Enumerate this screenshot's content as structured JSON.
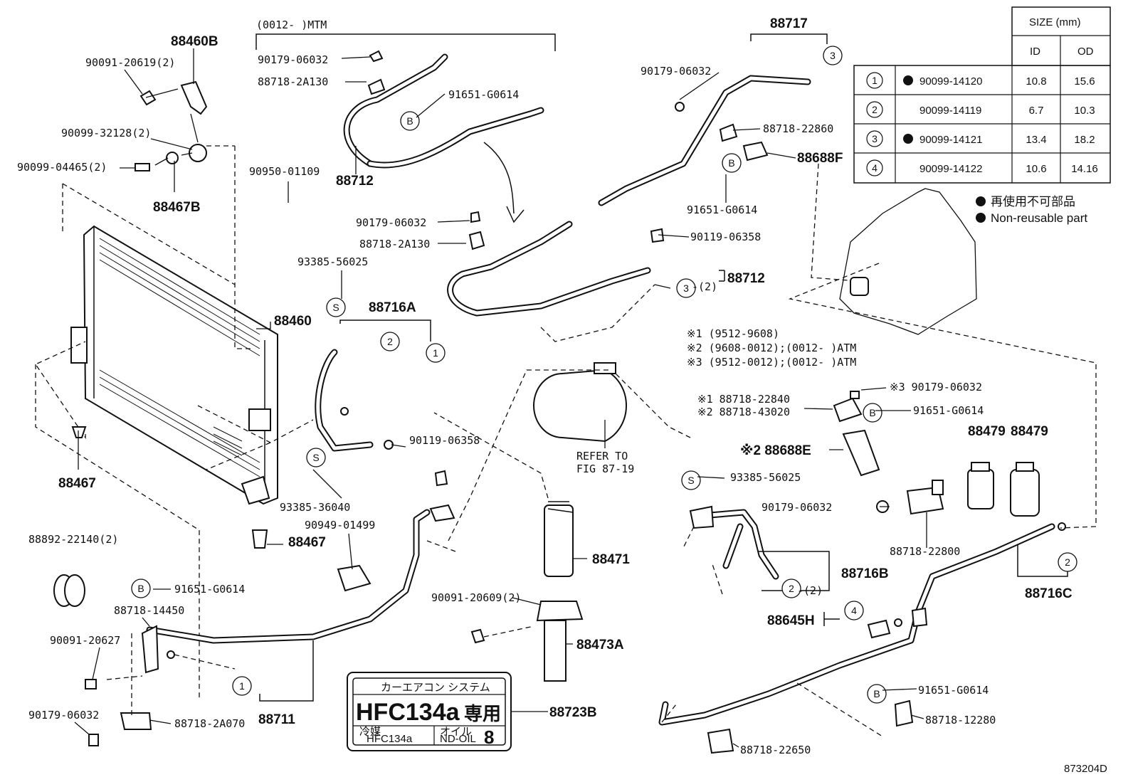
{
  "figure_id": "873204D",
  "group_header": "(0012-      )MTM",
  "callouts": {
    "c88460B": "88460B",
    "c90091_20619": "90091-20619(2)",
    "c90099_32128": "90099-32128(2)",
    "c90099_04465": "90099-04465(2)",
    "c88467B": "88467B",
    "c88460": "88460",
    "c88467a": "88467",
    "c88467b": "88467",
    "c90179_a": "90179-06032",
    "c88718_2A130_a": "88718-2A130",
    "c91651_a": "91651-G0614",
    "c88712_a": "88712",
    "c90950": "90950-01109",
    "c90179_b": "90179-06032",
    "c88718_2A130_b": "88718-2A130",
    "c93385_56025_a": "93385-56025",
    "c88716A": "88716A",
    "c90119_a": "90119-06358",
    "c93385_36040": "93385-36040",
    "c90949": "90949-01499",
    "c88892": "88892-22140(2)",
    "c91651_b": "91651-G0614",
    "c88718_14450": "88718-14450",
    "c90091_20627": "90091-20627",
    "c90179_c": "90179-06032",
    "c88718_2A070": "88718-2A070",
    "c88711": "88711",
    "c88723B": "88723B",
    "c90091_20609": "90091-20609(2)",
    "c88473A": "88473A",
    "c88471": "88471",
    "refer1": "REFER TO",
    "refer2": "FIG 87-19",
    "c88717": "88717",
    "c90179_d": "90179-06032",
    "c88718_22860": "88718-22860",
    "c88688F": "88688F",
    "c91651_c": "91651-G0614",
    "c90119_b": "90119-06358",
    "c88712_b": "88712",
    "c3_2": "-(2)",
    "note1": "※1 (9512-9608)",
    "note2": "※2 (9608-0012);(0012-      )ATM",
    "note3": "※3 (9512-0012);(0012-      )ATM",
    "c90179_e": "※3 90179-06032",
    "c88718_22840": "※1 88718-22840",
    "c88718_43020": "※2 88718-43020",
    "c91651_d": "91651-G0614",
    "c88688E": "※2 88688E",
    "c88479a": "88479",
    "c88479b": "88479",
    "c93385_56025_b": "93385-56025",
    "c90179_f": "90179-06032",
    "c88718_22800": "88718-22800",
    "c88716B": "88716B",
    "c2_2": "-(2)",
    "c88645H": "88645H",
    "c88716C": "88716C",
    "c91651_e": "91651-G0614",
    "c88718_12280": "88718-12280",
    "c88718_22650": "88718-22650"
  },
  "label_plate": {
    "top": "カーエアコン システム",
    "main": "HFC134a",
    "kanji": "専用",
    "left_small": "冷媒",
    "left_small2": "HFC134a",
    "right_small": "オイル",
    "right_small2": "ND-OIL",
    "number": "8"
  },
  "size_table": {
    "header": "SIZE (mm)",
    "col_id": "ID",
    "col_od": "OD",
    "rows": [
      {
        "num": "1",
        "part": "90099-14120",
        "nonreusable": true,
        "id": "10.8",
        "od": "15.6"
      },
      {
        "num": "2",
        "part": "90099-14119",
        "nonreusable": false,
        "id": "6.7",
        "od": "10.3"
      },
      {
        "num": "3",
        "part": "90099-14121",
        "nonreusable": true,
        "id": "13.4",
        "od": "18.2"
      },
      {
        "num": "4",
        "part": "90099-14122",
        "nonreusable": false,
        "id": "10.6",
        "od": "14.16"
      }
    ]
  },
  "legend": {
    "jp": "再使用不可部品",
    "en": "Non-reusable part"
  },
  "circle_marks": {
    "one": "1",
    "two": "2",
    "three": "3",
    "four": "4",
    "b": "B",
    "s": "S"
  }
}
